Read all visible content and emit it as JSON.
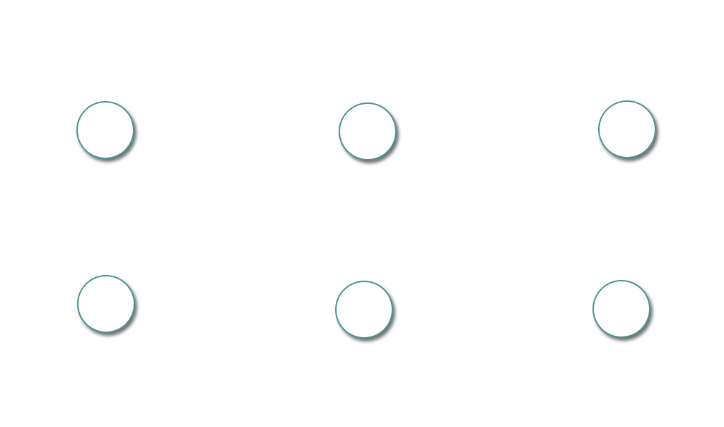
{
  "accent_color": "#4a9294",
  "circles": [
    {
      "id": "circle-1"
    },
    {
      "id": "circle-2"
    },
    {
      "id": "circle-3"
    },
    {
      "id": "circle-4"
    },
    {
      "id": "circle-5"
    },
    {
      "id": "circle-6"
    }
  ]
}
